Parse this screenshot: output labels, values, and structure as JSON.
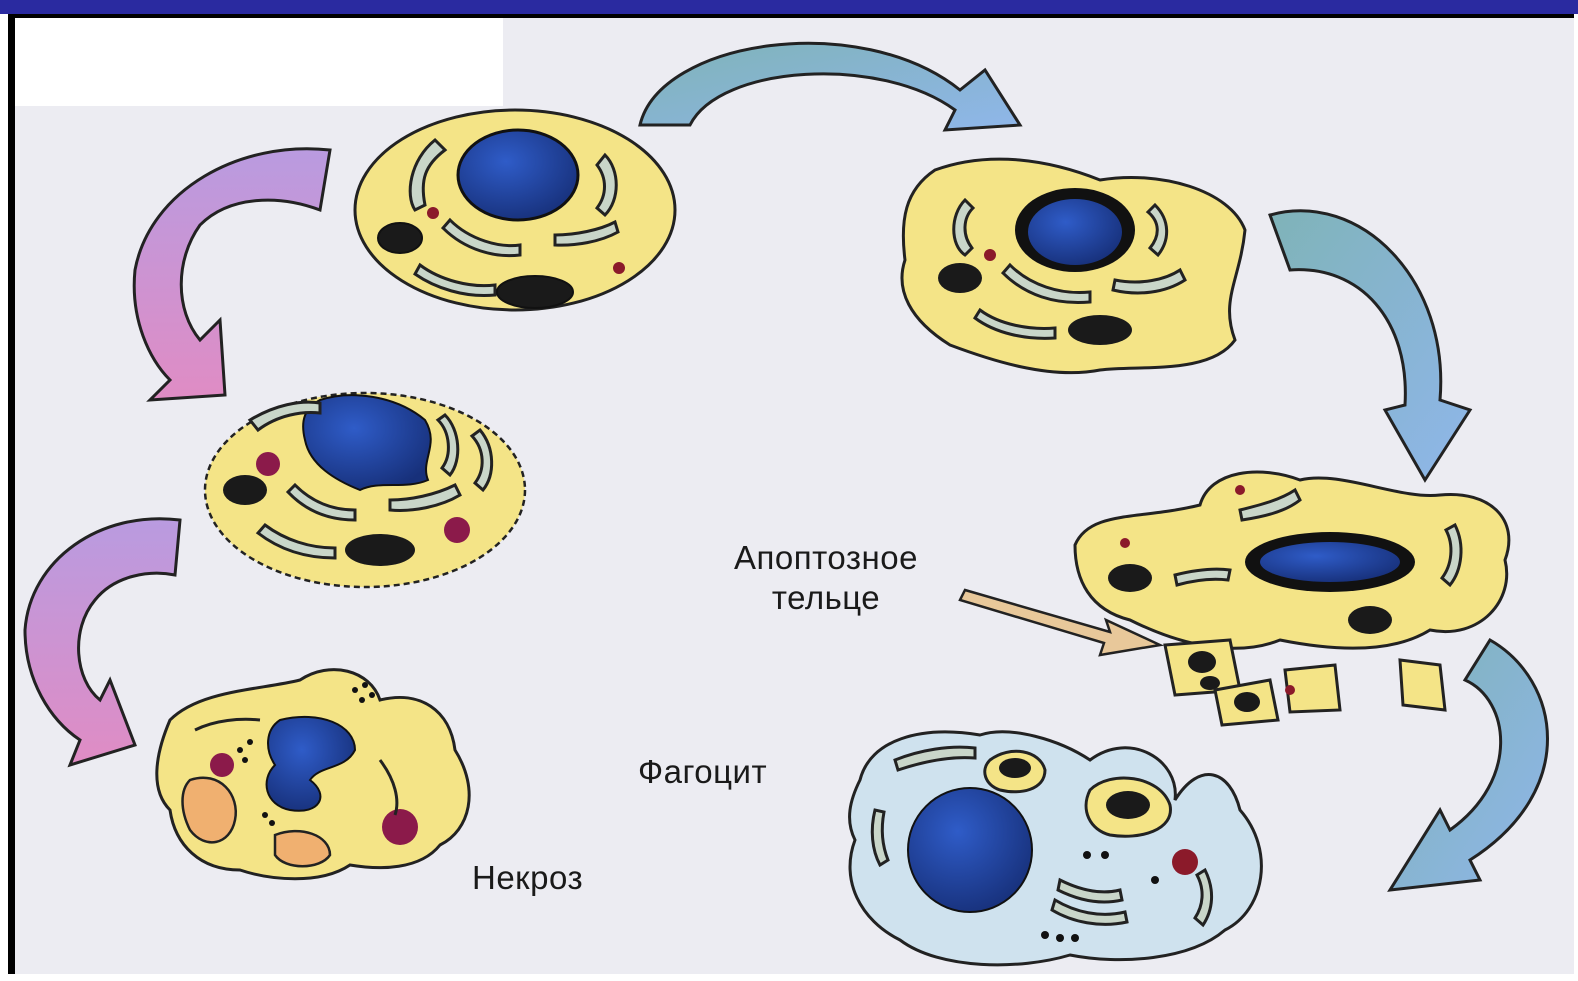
{
  "labels": {
    "apoptotic_body_line1": "Апоптозное",
    "apoptotic_body_line2": "тельце",
    "phagocyte": "Фагоцит",
    "necrosis": "Некроз"
  },
  "colors": {
    "cytoplasm": "#f4e487",
    "nucleus": "#1e3f9e",
    "organelle": "#c9d6c9",
    "arrow_apoptosis": "#8ab4de",
    "arrow_necrosis": "#c996d6",
    "phagocyte": "#cfe2ee",
    "pointer_arrow": "#e8c89a"
  }
}
